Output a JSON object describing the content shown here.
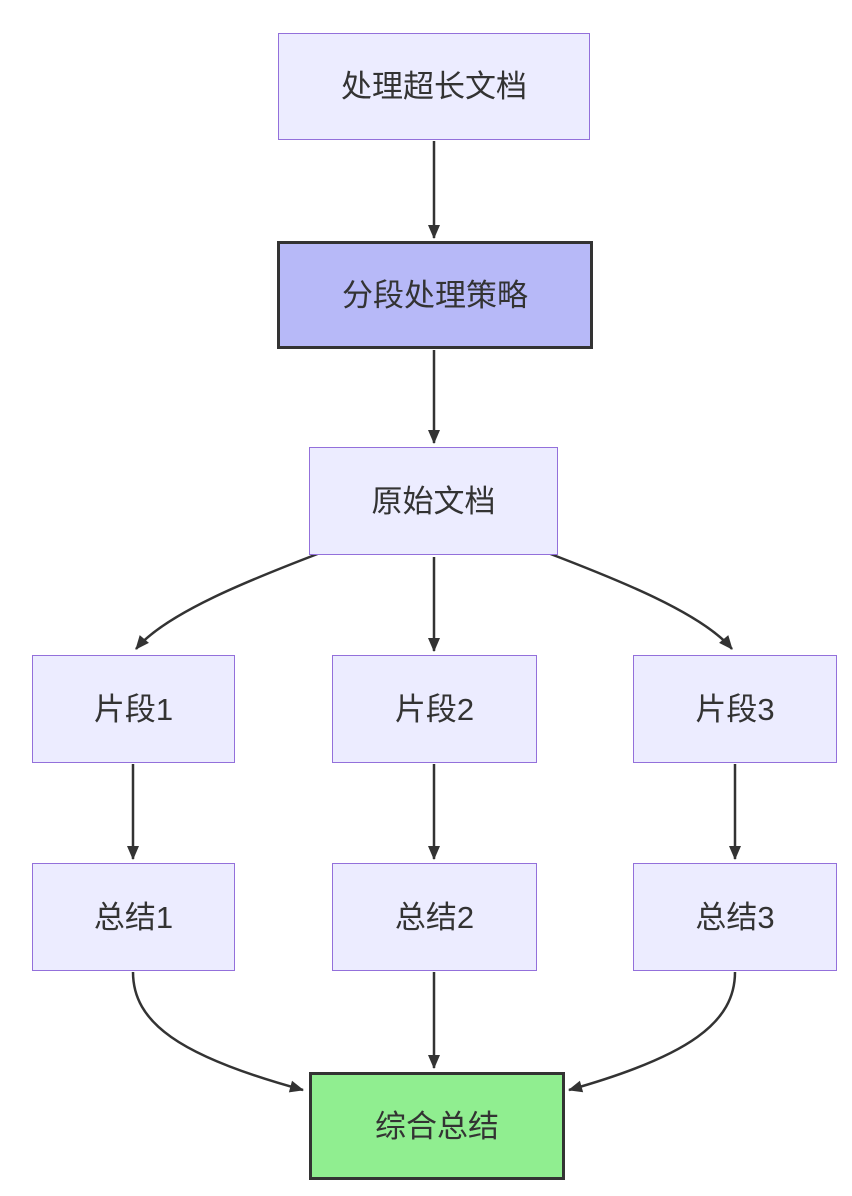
{
  "diagram": {
    "type": "flowchart",
    "direction": "top-down",
    "nodes": [
      {
        "id": "task",
        "label": "处理超长文档",
        "style": "light"
      },
      {
        "id": "strategy",
        "label": "分段处理策略",
        "style": "highlight"
      },
      {
        "id": "doc",
        "label": "原始文档",
        "style": "light"
      },
      {
        "id": "seg1",
        "label": "片段1",
        "style": "light"
      },
      {
        "id": "seg2",
        "label": "片段2",
        "style": "light"
      },
      {
        "id": "seg3",
        "label": "片段3",
        "style": "light"
      },
      {
        "id": "sum1",
        "label": "总结1",
        "style": "light"
      },
      {
        "id": "sum2",
        "label": "总结2",
        "style": "light"
      },
      {
        "id": "sum3",
        "label": "总结3",
        "style": "light"
      },
      {
        "id": "final",
        "label": "综合总结",
        "style": "success"
      }
    ],
    "edges": [
      {
        "from": "task",
        "to": "strategy"
      },
      {
        "from": "strategy",
        "to": "doc"
      },
      {
        "from": "doc",
        "to": "seg1"
      },
      {
        "from": "doc",
        "to": "seg2"
      },
      {
        "from": "doc",
        "to": "seg3"
      },
      {
        "from": "seg1",
        "to": "sum1"
      },
      {
        "from": "seg2",
        "to": "sum2"
      },
      {
        "from": "seg3",
        "to": "sum3"
      },
      {
        "from": "sum1",
        "to": "final"
      },
      {
        "from": "sum2",
        "to": "final"
      },
      {
        "from": "sum3",
        "to": "final"
      }
    ],
    "colors": {
      "node_fill": "#ECECFF",
      "node_border": "#9370DB",
      "highlight_fill": "#b7b9f8",
      "highlight_border": "#333333",
      "success_fill": "#90EE90",
      "success_border": "#333333",
      "edge": "#333333",
      "text": "#333333",
      "background": "#ffffff"
    }
  }
}
